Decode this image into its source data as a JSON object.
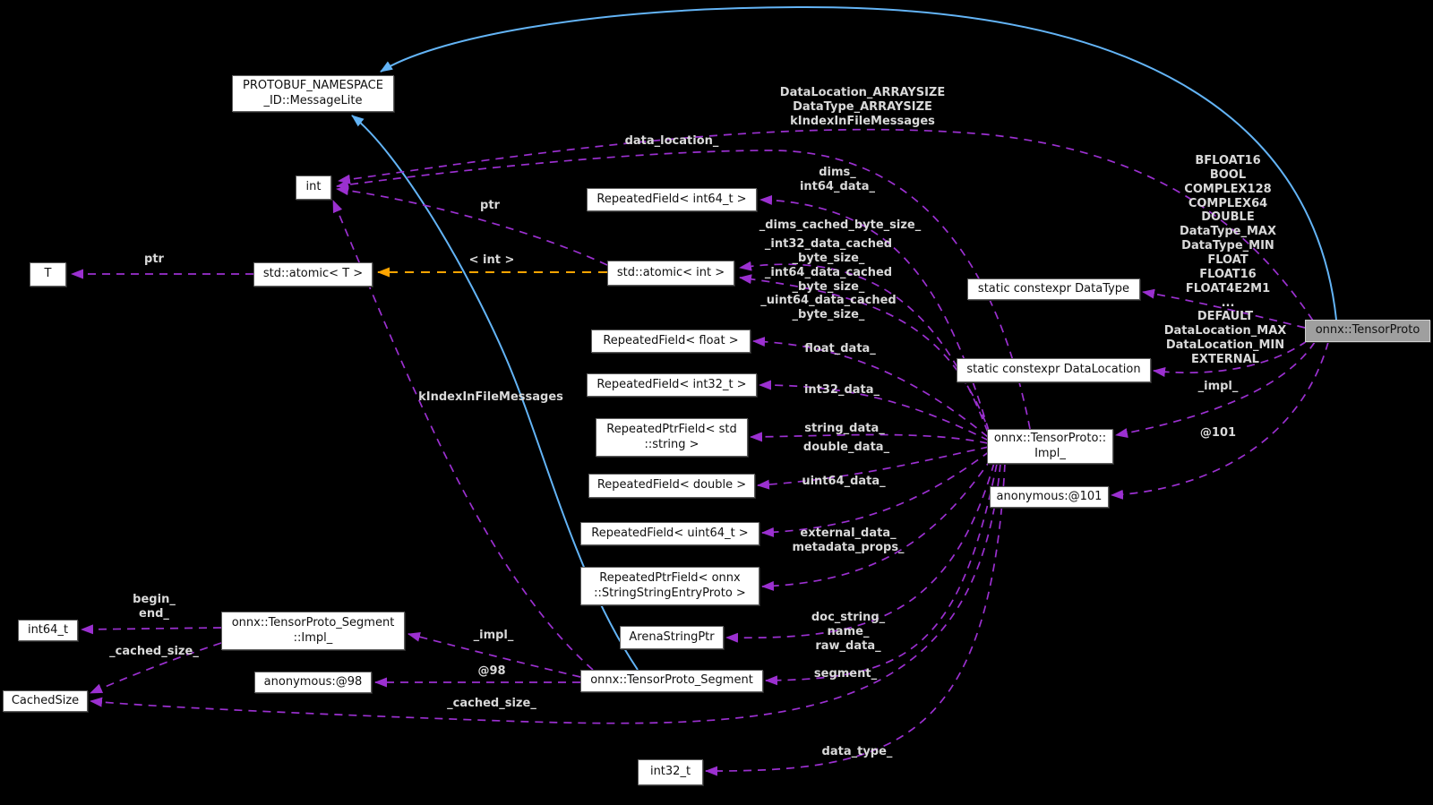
{
  "diagram": {
    "type": "collaboration-graph",
    "focus_class": "onnx::TensorProto"
  },
  "colors": {
    "background": "#000000",
    "edge_purple": "#9b30d0",
    "edge_blue": "#63b4f6",
    "edge_orange": "#ffa500",
    "node_fill": "#ffffff",
    "node_border": "#5e5e5e",
    "highlight_fill": "#9f9f9f",
    "label_text": "#d9d9d9"
  },
  "nodes": {
    "messagelite": {
      "label": "PROTOBUF_NAMESPACE\n_ID::MessageLite"
    },
    "int": {
      "label": "int"
    },
    "t": {
      "label": "T"
    },
    "atomic_t": {
      "label": "std::atomic< T >"
    },
    "atomic_int": {
      "label": "std::atomic< int >"
    },
    "rf_int64": {
      "label": "RepeatedField< int64_t >"
    },
    "rf_float": {
      "label": "RepeatedField< float >"
    },
    "rf_int32": {
      "label": "RepeatedField< int32_t >"
    },
    "rpf_string": {
      "label": "RepeatedPtrField< std\n::string >"
    },
    "rf_double": {
      "label": "RepeatedField< double >"
    },
    "rf_uint64": {
      "label": "RepeatedField< uint64_t >"
    },
    "rpf_sse": {
      "label": "RepeatedPtrField< onnx\n::StringStringEntryProto >"
    },
    "arena": {
      "label": "ArenaStringPtr"
    },
    "segment": {
      "label": "onnx::TensorProto_Segment"
    },
    "segment_impl": {
      "label": "onnx::TensorProto_Segment\n::Impl_"
    },
    "anon98": {
      "label": "anonymous:@98"
    },
    "int64": {
      "label": "int64_t"
    },
    "cachedsize": {
      "label": "CachedSize"
    },
    "int32": {
      "label": "int32_t"
    },
    "datatype": {
      "label": "static constexpr DataType"
    },
    "datalocation": {
      "label": "static constexpr DataLocation"
    },
    "impl": {
      "label": "onnx::TensorProto::\nImpl_"
    },
    "anon101": {
      "label": "anonymous:@101"
    },
    "tensorproto": {
      "label": "onnx::TensorProto"
    }
  },
  "labels": {
    "arraysize_group": {
      "text": "DataLocation_ARRAYSIZE\nDataType_ARRAYSIZE\nkIndexInFileMessages"
    },
    "data_location": {
      "text": "data_location_"
    },
    "dims": {
      "text": "dims_\nint64_data_"
    },
    "dims_cached": {
      "text": "_dims_cached_byte_size_"
    },
    "cached_sizes": {
      "text": "_int32_data_cached\n_byte_size_\n_int64_data_cached\n_byte_size_\n_uint64_data_cached\n_byte_size_"
    },
    "ptr_left": {
      "text": "ptr"
    },
    "ptr_mid": {
      "text": "ptr"
    },
    "int_inst": {
      "text": "< int >"
    },
    "datatype_values": {
      "text": "BFLOAT16\nBOOL\nCOMPLEX128\nCOMPLEX64\nDOUBLE\nDataType_MAX\nDataType_MIN\nFLOAT\nFLOAT16\nFLOAT4E2M1\n..."
    },
    "datalocation_values": {
      "text": "DEFAULT\nDataLocation_MAX\nDataLocation_MIN\nEXTERNAL"
    },
    "float_data": {
      "text": "float_data_"
    },
    "int32_data": {
      "text": "int32_data_"
    },
    "string_data": {
      "text": "string_data_"
    },
    "double_data": {
      "text": "double_data_"
    },
    "uint64_data": {
      "text": "uint64_data_"
    },
    "external": {
      "text": "external_data_\nmetadata_props_"
    },
    "docstring": {
      "text": "doc_string_\nname_\nraw_data_"
    },
    "segment_lbl": {
      "text": "segment_"
    },
    "kindex": {
      "text": "kIndexInFileMessages"
    },
    "impl_left": {
      "text": "_impl_"
    },
    "at98": {
      "text": "@98"
    },
    "begin_end": {
      "text": "begin_\nend_"
    },
    "cached_left": {
      "text": "_cached_size_"
    },
    "cached_bottom": {
      "text": "_cached_size_"
    },
    "data_type": {
      "text": "data_type_"
    },
    "impl_right": {
      "text": "_impl_"
    },
    "at101": {
      "text": "@101"
    }
  }
}
